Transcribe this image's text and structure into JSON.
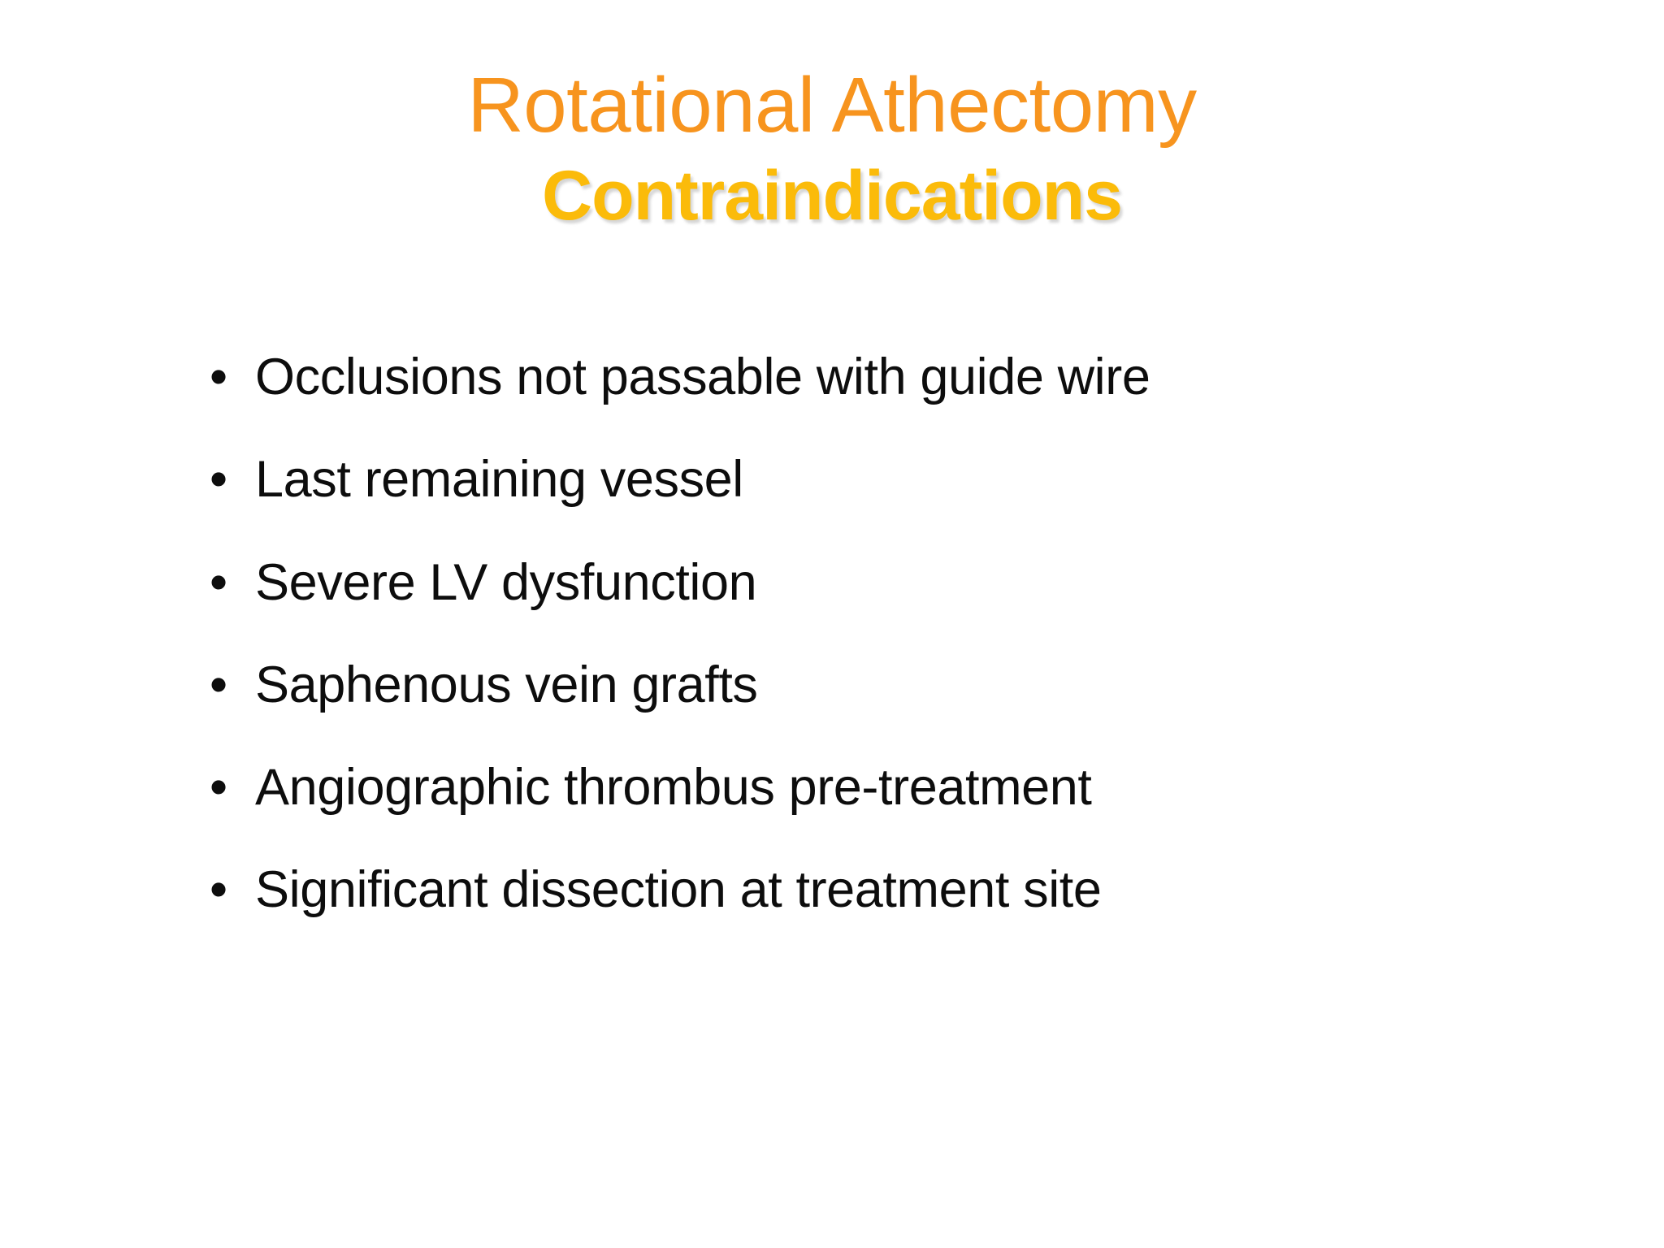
{
  "slide": {
    "background_color": "#FFFFFF",
    "title": {
      "text": "Rotational Athectomy",
      "color": "#F7941E"
    },
    "subtitle": {
      "text": "Contraindications",
      "color": "#FBBB0A"
    },
    "bullet_marker": "•",
    "bullets": [
      {
        "text": "Occlusions not passable with guide wire"
      },
      {
        "text": "Last remaining vessel"
      },
      {
        "text": "Severe LV dysfunction"
      },
      {
        "text": "Saphenous vein grafts"
      },
      {
        "text": "Angiographic thrombus pre-treatment"
      },
      {
        "text": "Significant dissection at treatment site"
      }
    ]
  }
}
